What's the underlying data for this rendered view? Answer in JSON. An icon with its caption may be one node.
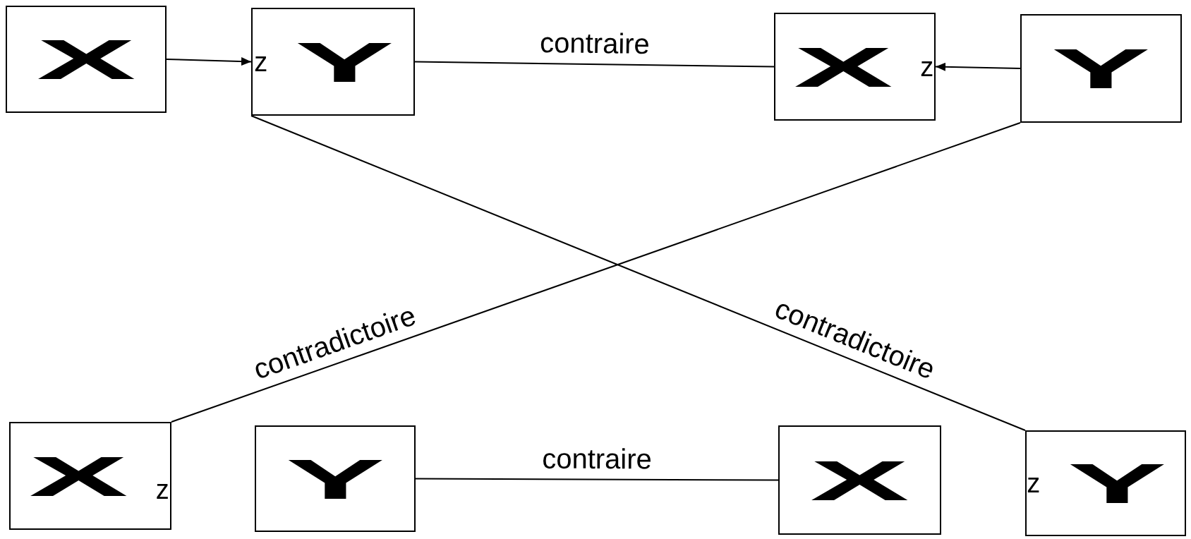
{
  "diagram": {
    "nodes": [
      {
        "text": [
          "X"
        ]
      },
      {
        "text": [
          "z",
          "Y"
        ]
      },
      {
        "text": [
          "X",
          "z"
        ]
      },
      {
        "text": [
          "Y"
        ]
      },
      {
        "text": [
          "X",
          "z"
        ]
      },
      {
        "text": [
          "Y"
        ]
      },
      {
        "text": [
          "X"
        ]
      },
      {
        "text": [
          "z",
          "Y"
        ]
      }
    ],
    "edges": [
      {
        "from": 0,
        "to": 1,
        "arrow": "to"
      },
      {
        "from": 1,
        "to": 2,
        "arrow": "none",
        "label": "contraire"
      },
      {
        "from": 3,
        "to": 2,
        "arrow": "to"
      },
      {
        "from": 1,
        "to": 7,
        "arrow": "none",
        "label": "contradictoire"
      },
      {
        "from": 3,
        "to": 4,
        "arrow": "none",
        "label": "contradictoire"
      },
      {
        "from": 5,
        "to": 6,
        "arrow": "none",
        "label": "contraire"
      }
    ]
  }
}
